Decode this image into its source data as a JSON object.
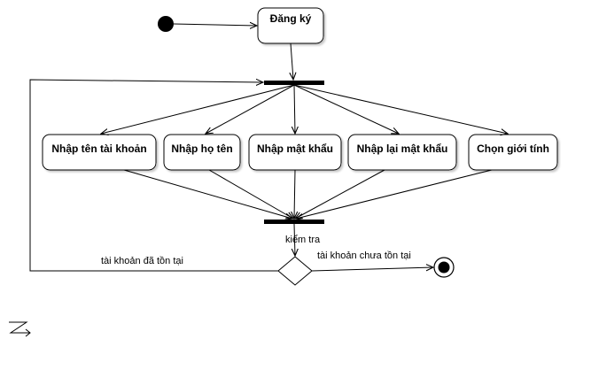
{
  "diagram": {
    "colors": {
      "stroke": "#000000",
      "fill": "#ffffff",
      "shadow": "#c8c8c8"
    },
    "nodes": {
      "register": "Đăng ký",
      "enter_account": "Nhập tên tài khoản",
      "enter_name": "Nhập họ tên",
      "enter_password": "Nhập mật khẩu",
      "reenter_password": "Nhập lại mật khẩu",
      "choose_gender": "Chọn giới tính"
    },
    "labels": {
      "check": "kiểm tra",
      "account_exists": "tài khoản đã tồn tại",
      "account_not_exists": "tài khoản chưa tồn tại"
    },
    "icons": {
      "footer": "lightning-arrow-icon"
    }
  }
}
